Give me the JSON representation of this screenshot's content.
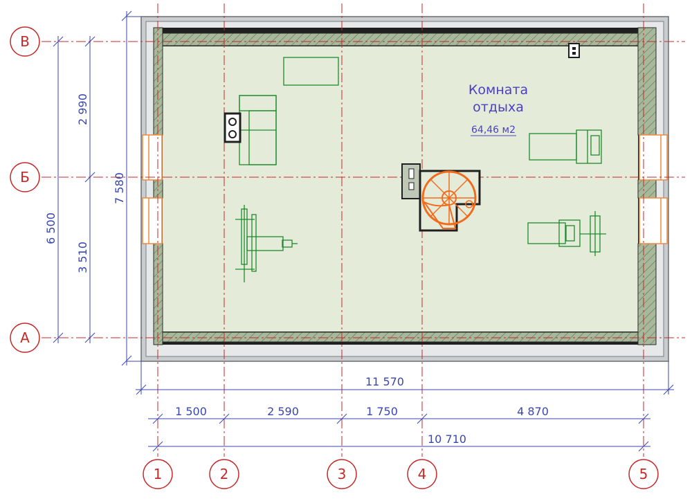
{
  "room": {
    "name_line1": "Комната",
    "name_line2": "отдыха",
    "area": "64,46 м2"
  },
  "axes": {
    "rows": [
      "В",
      "Б",
      "А"
    ],
    "cols": [
      "1",
      "2",
      "3",
      "4",
      "5"
    ]
  },
  "dimensions": {
    "vertical_total": "7 580",
    "vertical_mid": "6 500",
    "vertical_top": "2 990",
    "vertical_bottom": "3 510",
    "horizontal_total": "11 570",
    "horizontal_axes_total": "10 710",
    "horizontal_1_2": "1 500",
    "horizontal_2_3": "2 590",
    "horizontal_3_4": "1 750",
    "horizontal_4_5": "4 870"
  },
  "colors": {
    "axis": "#c62828",
    "dimension": "#3a46b0",
    "floor": "#e4ecd9",
    "furniture": "#1b8a2b",
    "stair": "#f26a1b",
    "wall_fill": "#a7b99a",
    "outer_wall": "#c9cdd0"
  }
}
